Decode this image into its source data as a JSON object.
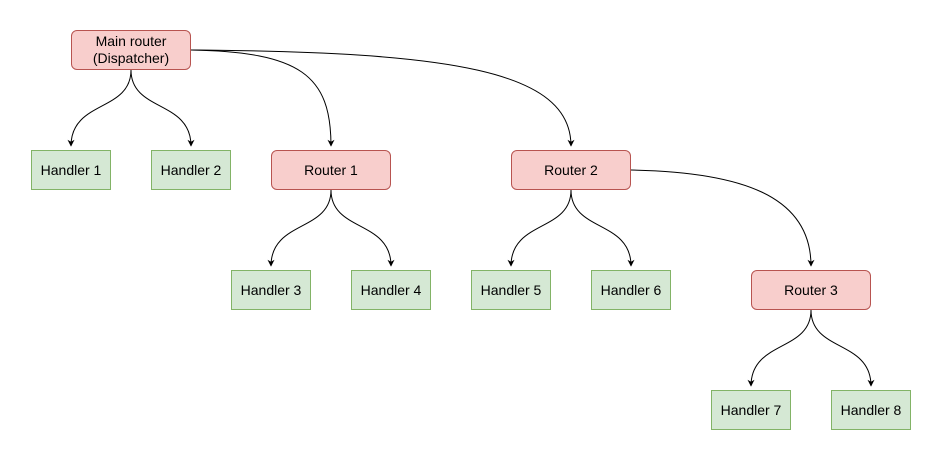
{
  "colors": {
    "router_fill": "#f8cecc",
    "router_stroke": "#b85450",
    "handler_fill": "#d5e8d4",
    "handler_stroke": "#82b366",
    "edge": "#000000"
  },
  "nodes": {
    "main": {
      "label": "Main router\n(Dispatcher)",
      "kind": "router"
    },
    "router1": {
      "label": "Router 1",
      "kind": "router"
    },
    "router2": {
      "label": "Router 2",
      "kind": "router"
    },
    "router3": {
      "label": "Router 3",
      "kind": "router"
    },
    "handler1": {
      "label": "Handler 1",
      "kind": "handler"
    },
    "handler2": {
      "label": "Handler 2",
      "kind": "handler"
    },
    "handler3": {
      "label": "Handler 3",
      "kind": "handler"
    },
    "handler4": {
      "label": "Handler 4",
      "kind": "handler"
    },
    "handler5": {
      "label": "Handler 5",
      "kind": "handler"
    },
    "handler6": {
      "label": "Handler 6",
      "kind": "handler"
    },
    "handler7": {
      "label": "Handler 7",
      "kind": "handler"
    },
    "handler8": {
      "label": "Handler 8",
      "kind": "handler"
    }
  },
  "edges": [
    {
      "from": "main",
      "to": "handler1"
    },
    {
      "from": "main",
      "to": "handler2"
    },
    {
      "from": "main",
      "to": "router1"
    },
    {
      "from": "main",
      "to": "router2"
    },
    {
      "from": "router1",
      "to": "handler3"
    },
    {
      "from": "router1",
      "to": "handler4"
    },
    {
      "from": "router2",
      "to": "handler5"
    },
    {
      "from": "router2",
      "to": "handler6"
    },
    {
      "from": "router2",
      "to": "router3"
    },
    {
      "from": "router3",
      "to": "handler7"
    },
    {
      "from": "router3",
      "to": "handler8"
    }
  ]
}
